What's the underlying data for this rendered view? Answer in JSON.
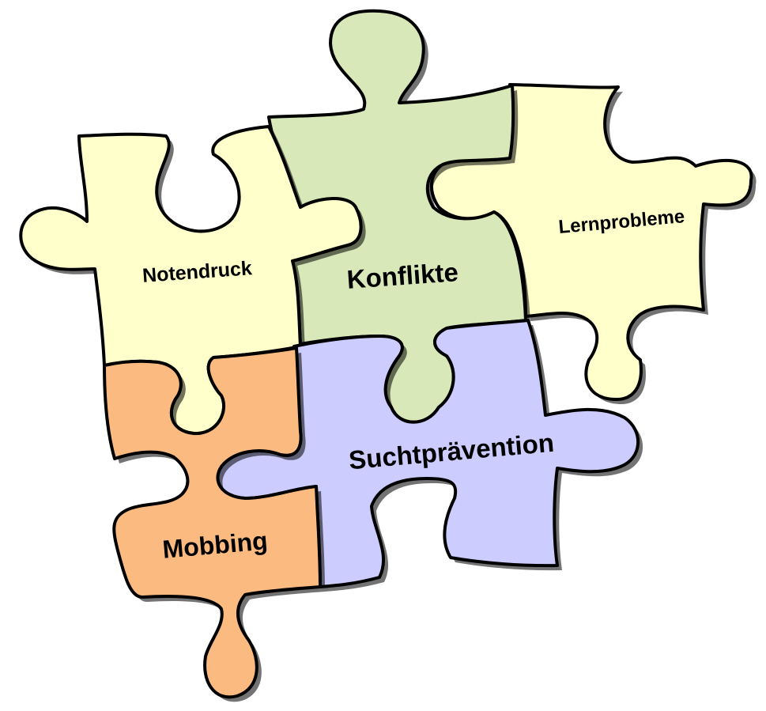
{
  "diagram": {
    "pieces": [
      {
        "id": "notendruck",
        "label": "Notendruck",
        "color": "#ffffcc"
      },
      {
        "id": "konflikte",
        "label": "Konflikte",
        "color": "#d8e8b8"
      },
      {
        "id": "lernprobleme",
        "label": "Lernprobleme",
        "color": "#ffffcc"
      },
      {
        "id": "mobbing",
        "label": "Mobbing",
        "color": "#fbbb80"
      },
      {
        "id": "suchtpraevention",
        "label": "Suchtprävention",
        "color": "#ccccff"
      }
    ],
    "outline_color": "#000000"
  }
}
